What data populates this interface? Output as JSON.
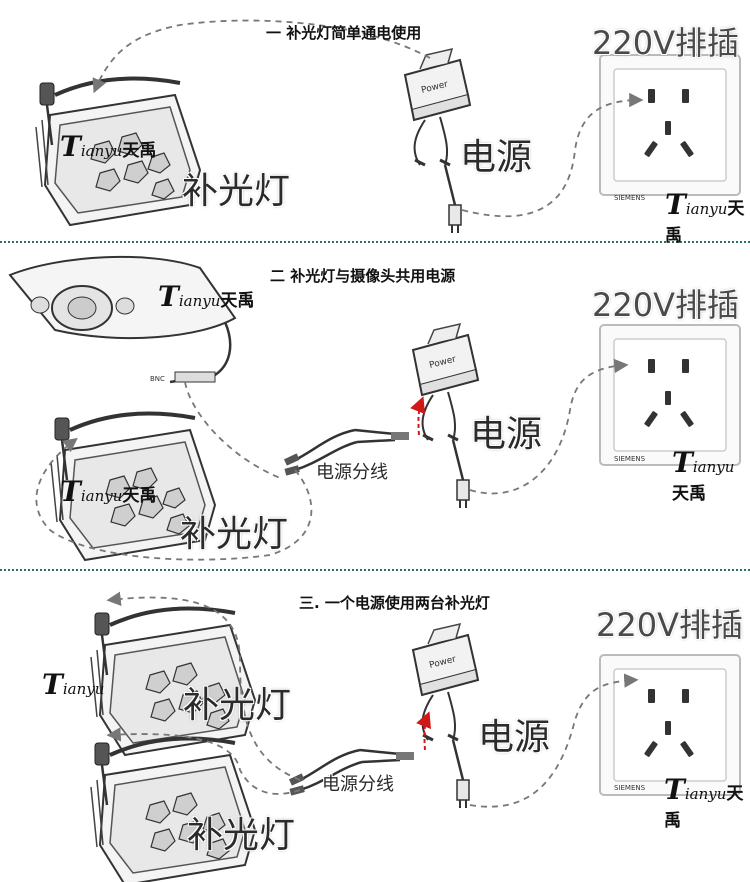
{
  "sections": [
    {
      "title": "一  补光灯简单通电使用",
      "light_label": "补光灯",
      "power_label": "电源",
      "outlet_label": "220V排插"
    },
    {
      "title": "二  补光灯与摄像头共用电源",
      "light_label": "补光灯",
      "power_label": "电源",
      "splitter_label": "电源分线",
      "outlet_label": "220V排插",
      "camera_tag": "BNC"
    },
    {
      "title": "三. 一个电源使用两台补光灯",
      "light_label": "补光灯",
      "light_label_2": "补光灯",
      "power_label": "电源",
      "splitter_label": "电源分线",
      "outlet_label": "220V排插"
    }
  ],
  "watermark": {
    "letter": "T",
    "suffix": "ianyu",
    "chars": "天禹"
  },
  "outlet_brand": "SIEMENS",
  "colors": {
    "separator": "#2f6f6a",
    "arrow": "#777777",
    "red_arrow": "#d01818"
  }
}
